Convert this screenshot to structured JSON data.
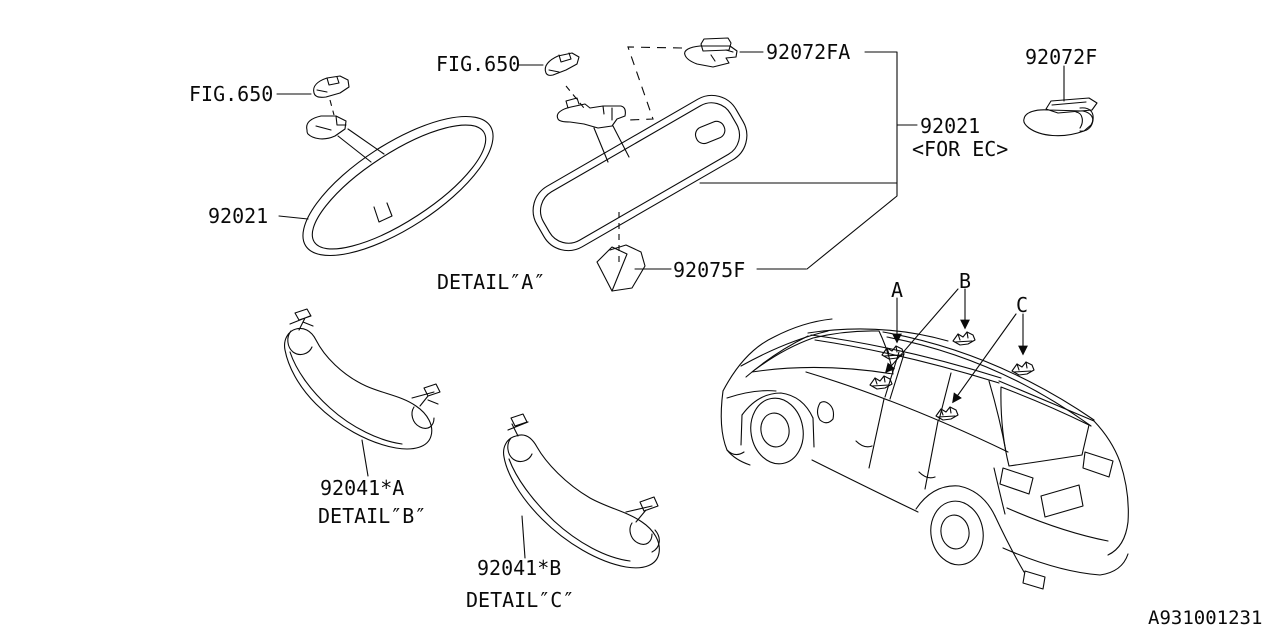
{
  "labels": {
    "fig_left": "FIG.650",
    "fig_mid": "FIG.650",
    "mirror_std": "92021",
    "clip_fa": "92072FA",
    "mirror_ec": "92021",
    "mirror_ec_note": "<FOR EC>",
    "clip_f": "92072F",
    "boot": "92075F",
    "detail_a": "DETAIL″A″",
    "handle_a": "92041*A",
    "detail_b": "DETAIL″B″",
    "handle_b": "92041*B",
    "detail_c": "DETAIL″C″",
    "pos_a": "A",
    "pos_b": "B",
    "pos_c": "C",
    "diagram_code": "A931001231"
  }
}
